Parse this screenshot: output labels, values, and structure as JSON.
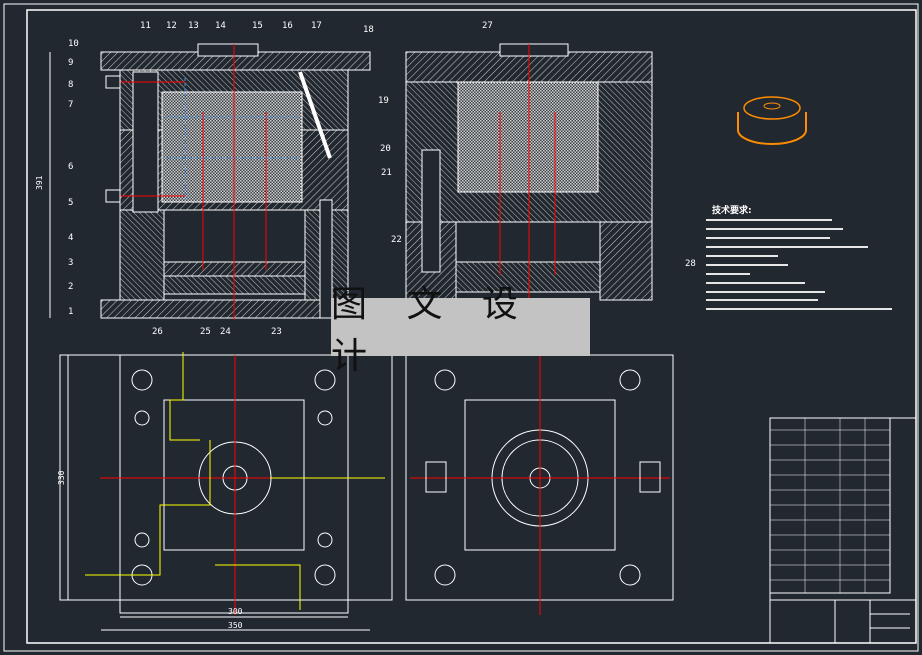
{
  "drawing": {
    "balloons_left": [
      "10",
      "9",
      "8",
      "7",
      "6",
      "5",
      "4",
      "3",
      "2",
      "1"
    ],
    "balloons_top": [
      "11",
      "12",
      "13",
      "14",
      "15",
      "16",
      "17",
      "18"
    ],
    "balloons_right": [
      "19",
      "20",
      "21",
      "22"
    ],
    "balloons_bottom": [
      "26",
      "25",
      "24",
      "23"
    ],
    "balloons_right_view": [
      "27",
      "28"
    ],
    "dimensions": {
      "height": "391",
      "inner_width": "300",
      "outer_width": "350",
      "plan_height": "330"
    },
    "technical_requirements_title": "技术要求:",
    "watermark": "图 文 设 计",
    "colors": {
      "background": "#212830",
      "lines": "#ffffff",
      "centerline": "#ff0000",
      "cooling": "#4a90e2",
      "annotation": "#ffff00",
      "part": "#ff8c00",
      "watermark_bg": "#c3c3c3"
    }
  }
}
